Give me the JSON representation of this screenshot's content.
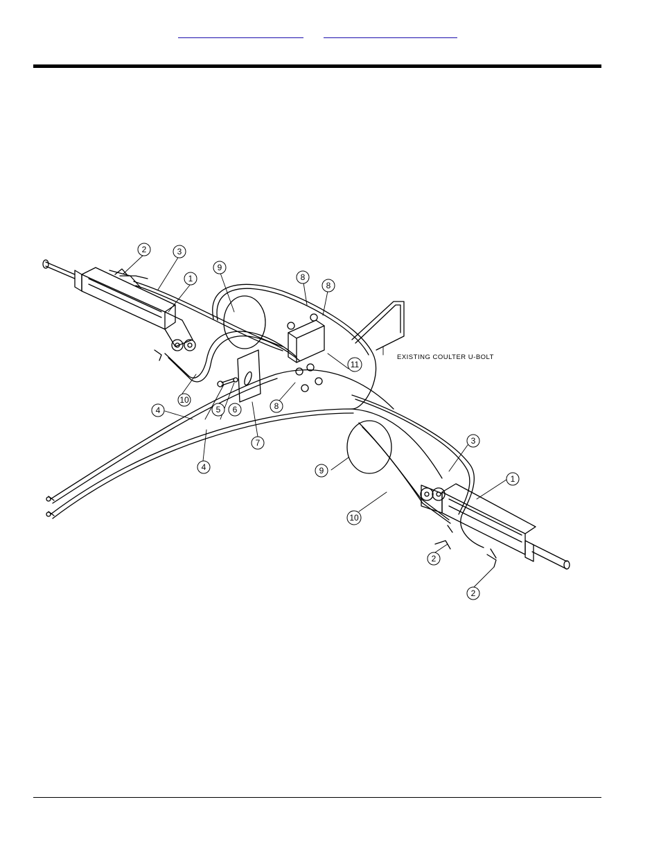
{
  "header": {
    "links": [
      "",
      ""
    ]
  },
  "diagram": {
    "callouts": {
      "c1": "1",
      "c2": "2",
      "c3": "3",
      "c4": "4",
      "c5": "5",
      "c6": "6",
      "c7": "7",
      "c8": "8",
      "c9": "9",
      "c10": "10",
      "c11": "11"
    },
    "note": "EXISTING COULTER U-BOLT"
  }
}
